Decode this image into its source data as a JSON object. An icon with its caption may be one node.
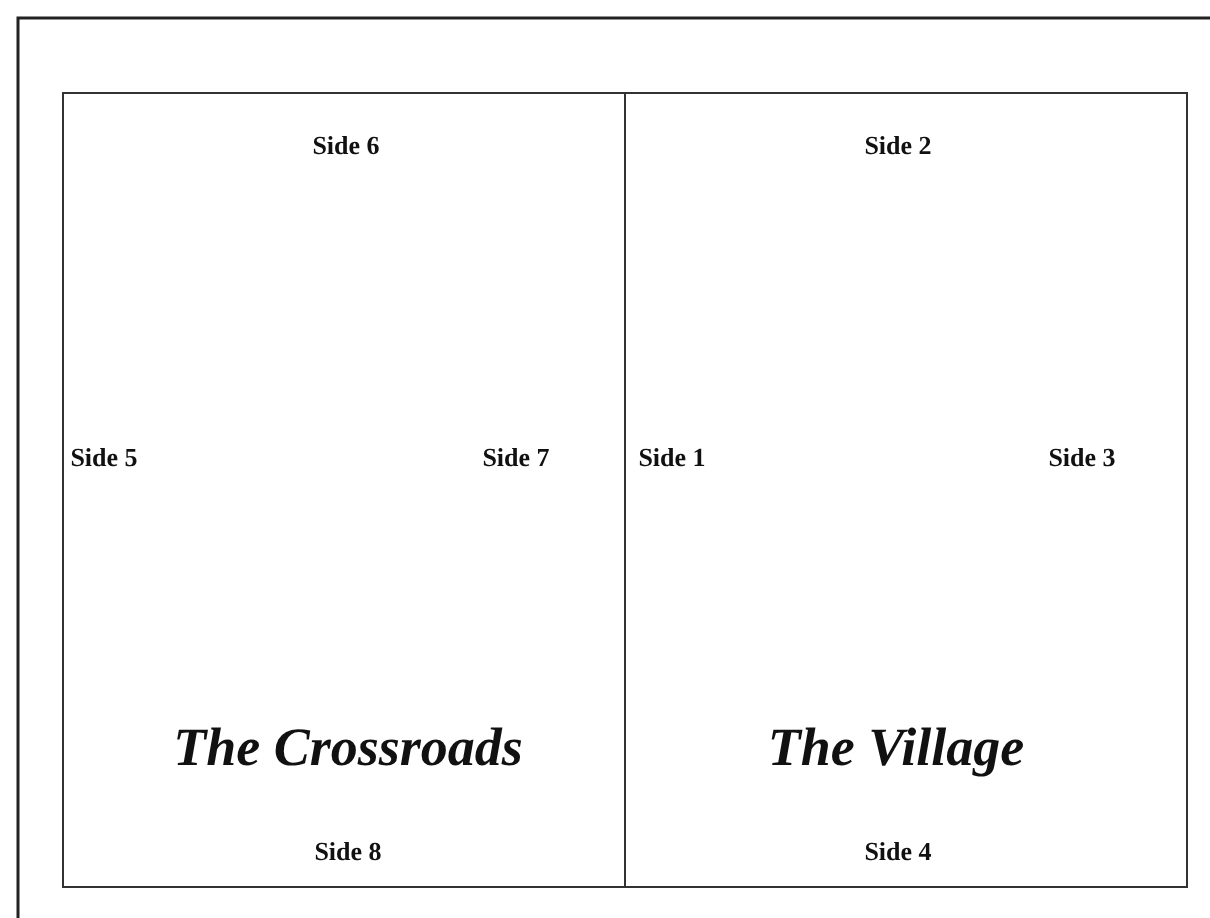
{
  "diagram": {
    "nodes": [
      {
        "text": [
          "Side 6",
          "Side 5",
          "Side 7",
          "The Crossroads",
          "Side 8"
        ]
      },
      {
        "text": [
          "Side 2",
          "Side 1",
          "Side 3",
          "The Village",
          "Side 4"
        ]
      }
    ]
  }
}
